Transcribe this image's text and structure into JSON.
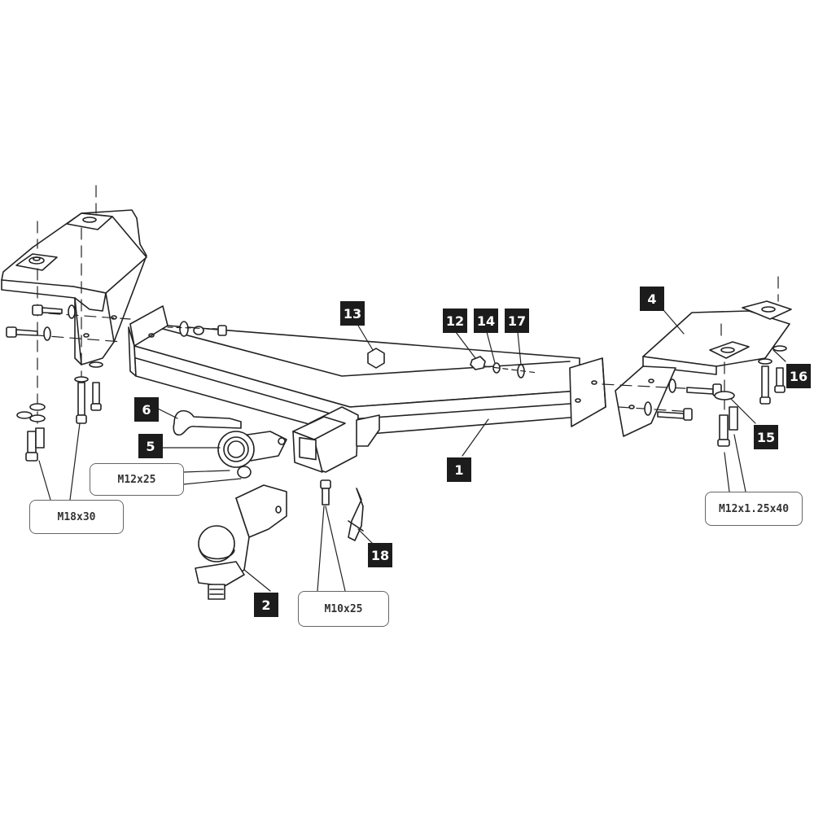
{
  "callouts": {
    "c1": "1",
    "c2": "2",
    "c4": "4",
    "c5": "5",
    "c6": "6",
    "c12": "12",
    "c13": "13",
    "c14": "14",
    "c15": "15",
    "c16": "16",
    "c17": "17",
    "c18": "18"
  },
  "sizes": {
    "m12x25": "M12x25",
    "m18x30": "M18x30",
    "m10x25": "M10x25",
    "m12x125x40": "M12x1.25x40"
  },
  "colors": {
    "line": "#222222",
    "callout_bg": "#1c1c1c",
    "callout_text": "#ffffff",
    "label_border": "#666666"
  }
}
